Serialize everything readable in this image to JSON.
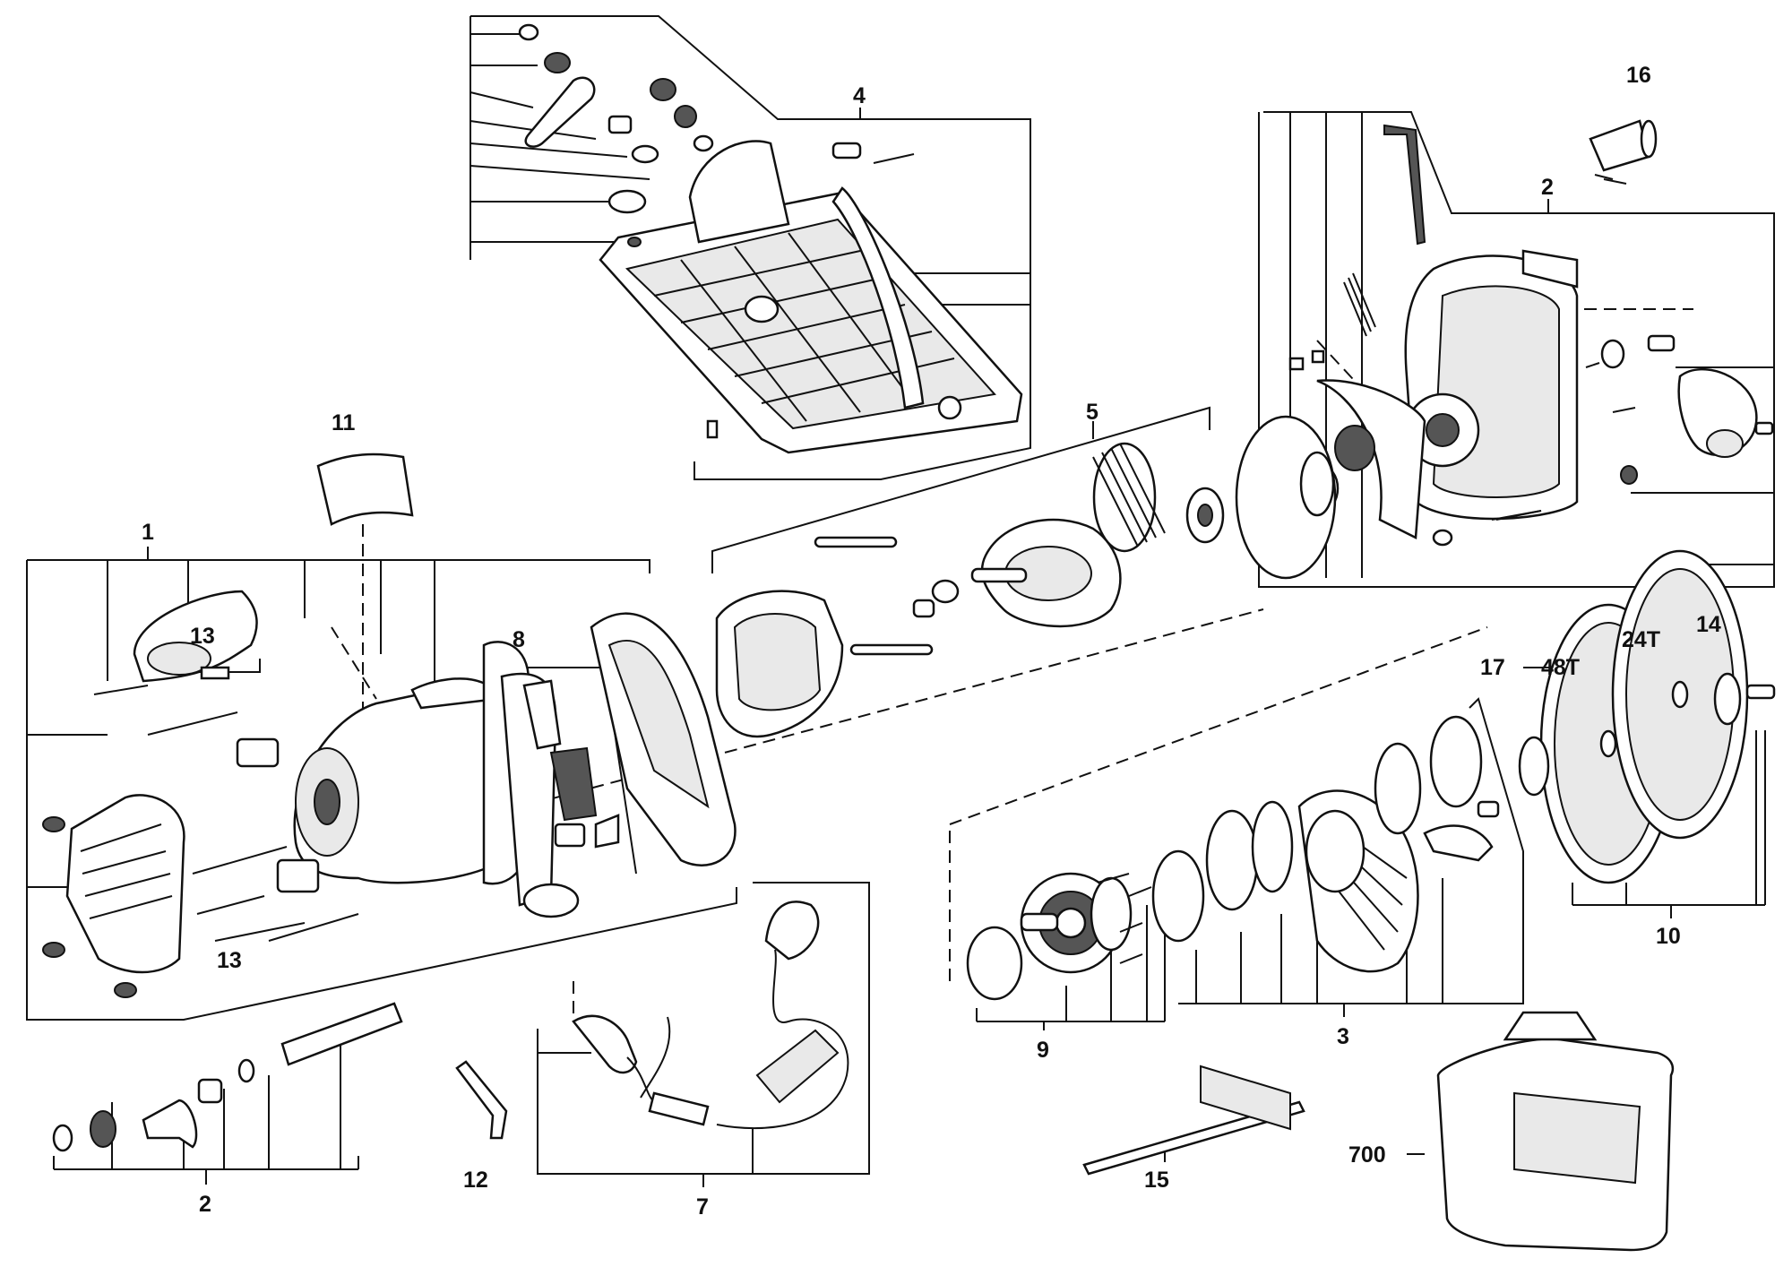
{
  "labels": {
    "assembly_1": "1",
    "assembly_2_top": "2",
    "assembly_2_bottom": "2",
    "assembly_3": "3",
    "assembly_4": "4",
    "assembly_5": "5",
    "assembly_7": "7",
    "assembly_8": "8",
    "assembly_9": "9",
    "assembly_10": "10",
    "assembly_11": "11",
    "assembly_12": "12",
    "assembly_13_top": "13",
    "assembly_13_bottom": "13",
    "assembly_14": "14",
    "assembly_15": "15",
    "assembly_16": "16",
    "assembly_17": "17",
    "blade_24t": "24T",
    "blade_48t": "48T",
    "case_700": "700"
  }
}
